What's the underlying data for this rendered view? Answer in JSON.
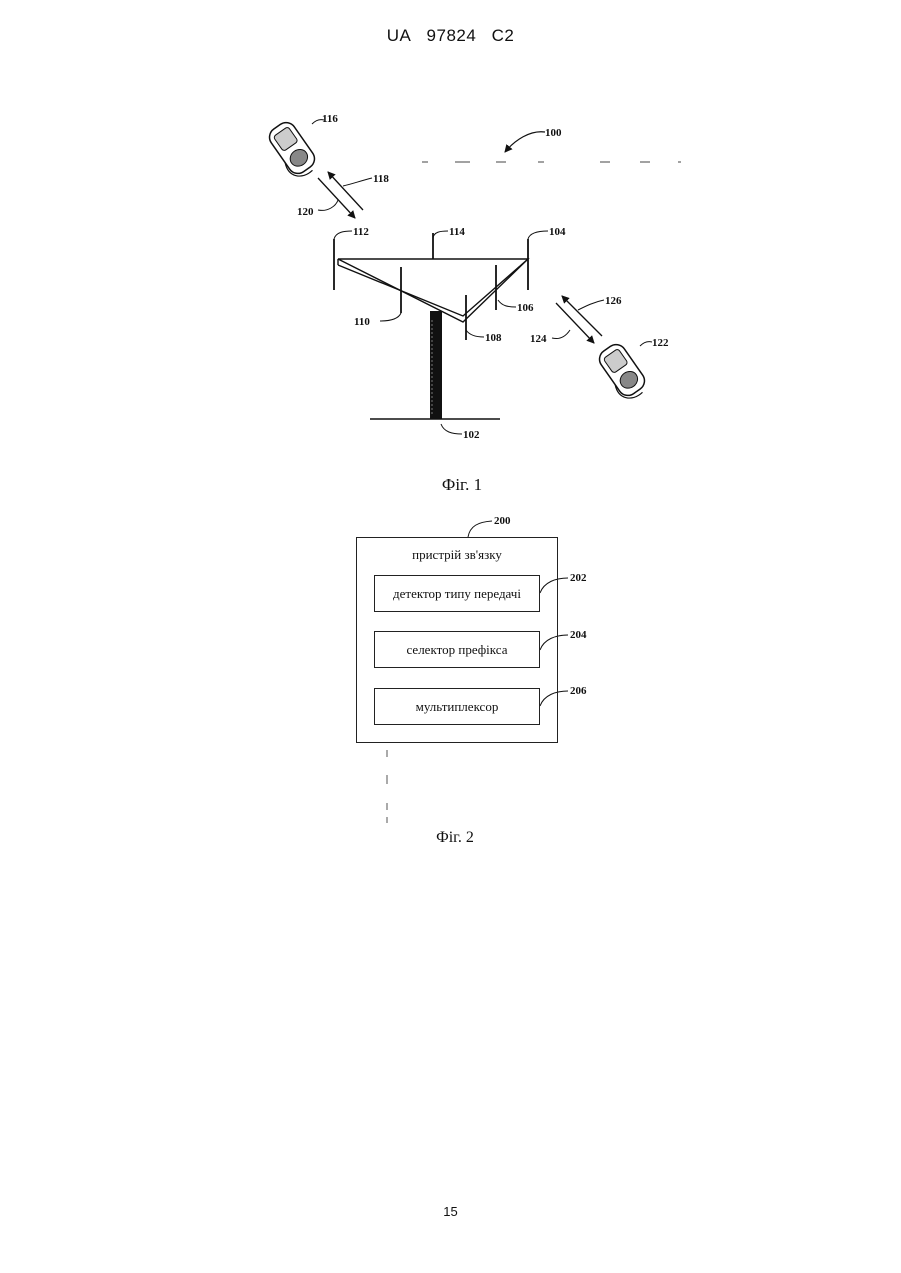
{
  "header": {
    "office": "UA",
    "number": "97824",
    "kind": "C2"
  },
  "figure1": {
    "caption": "Фіг. 1",
    "labels": {
      "system": "100",
      "tower": "102",
      "sector_104": "104",
      "antenna_106": "106",
      "antenna_108": "108",
      "antenna_110": "110",
      "sector_112": "112",
      "sector_114": "114",
      "terminal_1": "116",
      "forward_link_1": "118",
      "reverse_link_1": "120",
      "terminal_2": "122",
      "forward_link_2": "124",
      "reverse_link_2": "126"
    }
  },
  "figure2": {
    "caption": "Фіг. 2",
    "device_ref": "200",
    "device_title": "пристрій зв'язку",
    "modules": [
      {
        "ref": "202",
        "label": "детектор типу передачі"
      },
      {
        "ref": "204",
        "label": "селектор префікса"
      },
      {
        "ref": "206",
        "label": "мультиплексор"
      }
    ]
  },
  "page_number": "15"
}
